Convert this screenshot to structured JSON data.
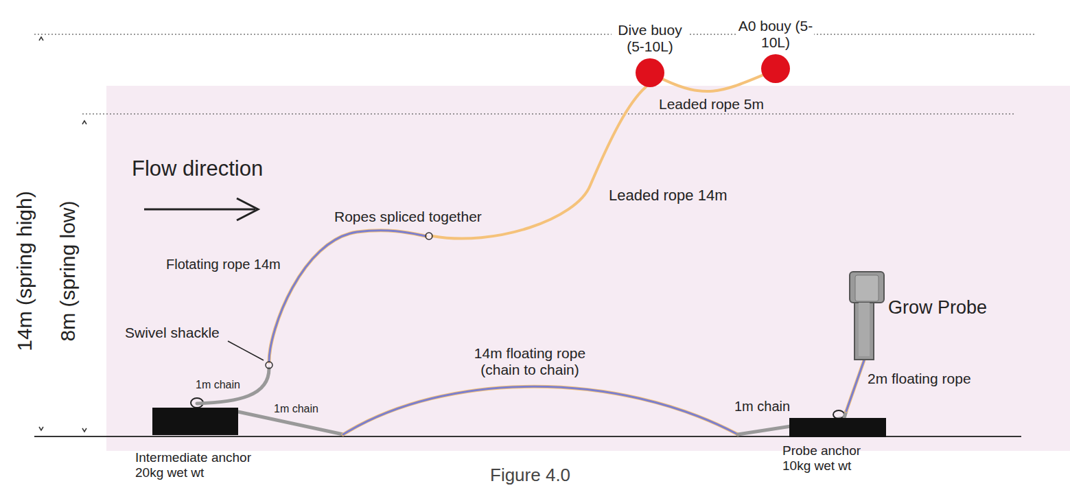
{
  "diagram": {
    "caption": "Figure 4.0",
    "nodes": [
      {
        "text": [
          "Dive buoy (5-10L)"
        ]
      },
      {
        "text": [
          "A0 bouy (5-10L)"
        ]
      },
      {
        "text": [
          "Intermediate anchor 20kg wet wt"
        ]
      },
      {
        "text": [
          "Probe anchor 10kg wet wt"
        ]
      },
      {
        "text": [
          "Grow Probe"
        ]
      }
    ],
    "edges": [
      {
        "from": 2,
        "to": 0,
        "arrow": "none"
      },
      {
        "from": 0,
        "to": 1,
        "label": "Leaded rope 5m",
        "arrow": "none"
      },
      {
        "from": 2,
        "to": 3,
        "label": "14m floating rope (chain to chain)",
        "arrow": "none"
      },
      {
        "from": 3,
        "to": 4,
        "label": "2m floating rope",
        "arrow": "none"
      }
    ],
    "labels": [
      "14m (spring high)",
      "8m (spring low)",
      "Flow direction",
      "Ropes spliced together",
      "Flotating rope 14m",
      "Leaded rope 14m",
      "Swivel shackle",
      "1m chain",
      "1m chain",
      "1m chain"
    ]
  }
}
